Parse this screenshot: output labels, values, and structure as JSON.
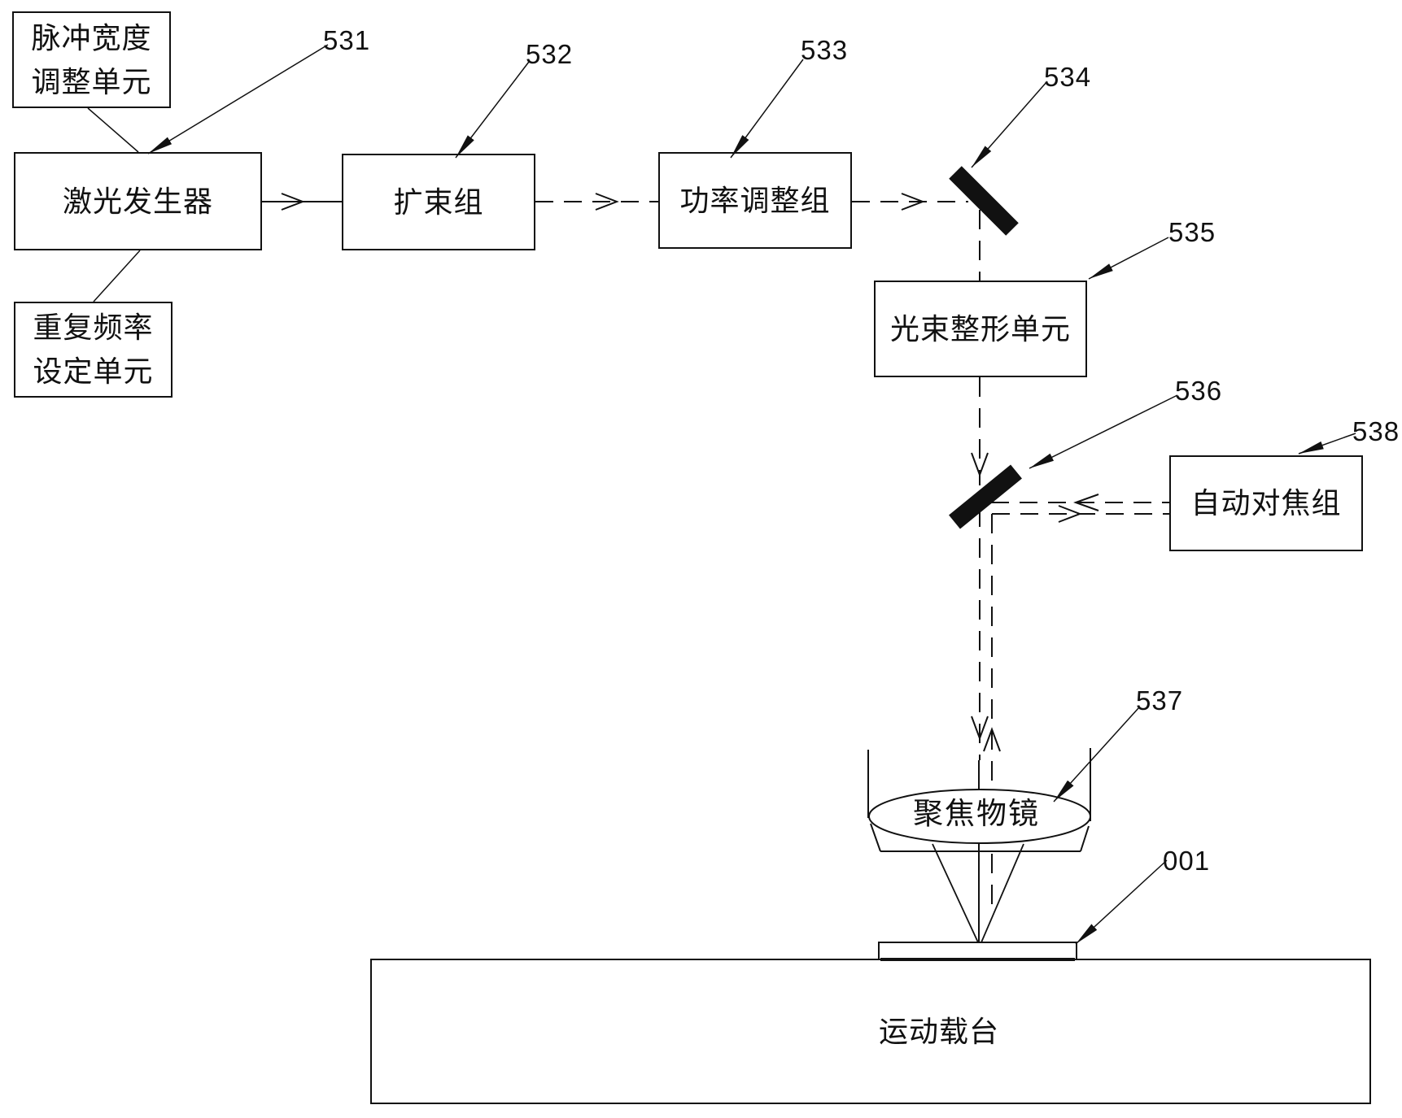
{
  "figure": {
    "boxes": {
      "pulse_width": {
        "line1": "脉冲宽度",
        "line2": "调整单元"
      },
      "laser": {
        "label": "激光发生器"
      },
      "rep_rate": {
        "line1": "重复频率",
        "line2": "设定单元"
      },
      "expander": {
        "label": "扩束组"
      },
      "power": {
        "label": "功率调整组"
      },
      "shaper": {
        "label": "光束整形单元"
      },
      "autofocus": {
        "label": "自动对焦组"
      },
      "objective": {
        "label": "聚焦物镜"
      },
      "stage": {
        "label": "运动载台"
      }
    },
    "ref_labels": {
      "r531": "531",
      "r532": "532",
      "r533": "533",
      "r534": "534",
      "r535": "535",
      "r536": "536",
      "r537": "537",
      "r538": "538",
      "r001": "001"
    },
    "colors": {
      "line": "#111111",
      "background": "#ffffff"
    }
  }
}
